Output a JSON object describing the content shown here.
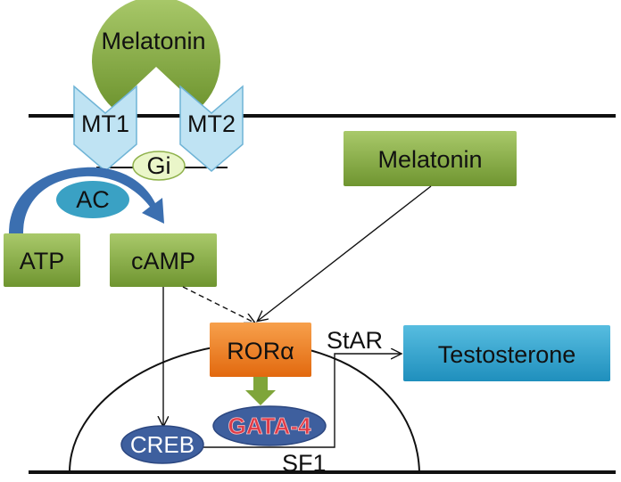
{
  "diagram": {
    "receptor_ligand": "Melatonin",
    "receptors": {
      "mt1": "MT1",
      "mt2": "MT2"
    },
    "g_protein": "Gi",
    "enzyme": "AC",
    "substrate": "ATP",
    "second_messenger": "cAMP",
    "free_ligand": "Melatonin",
    "nuclear_receptor": "RORα",
    "transcription_factor": "GATA-4",
    "creb": "CREB",
    "star": "StAR",
    "sf1": "SF1",
    "product": "Testosterone",
    "colors": {
      "green": "#7fa53a",
      "orange": "#f07a1c",
      "blue_box": "#2aa3cf",
      "dark_blue": "#3e5f9e",
      "ac_blue": "#3aa1c4",
      "arrow_blue": "#3b6fb0",
      "receptor_blue": "#bfe3f3",
      "gi_green": "#eaf6c9",
      "gata_text": "#e03a46"
    }
  }
}
